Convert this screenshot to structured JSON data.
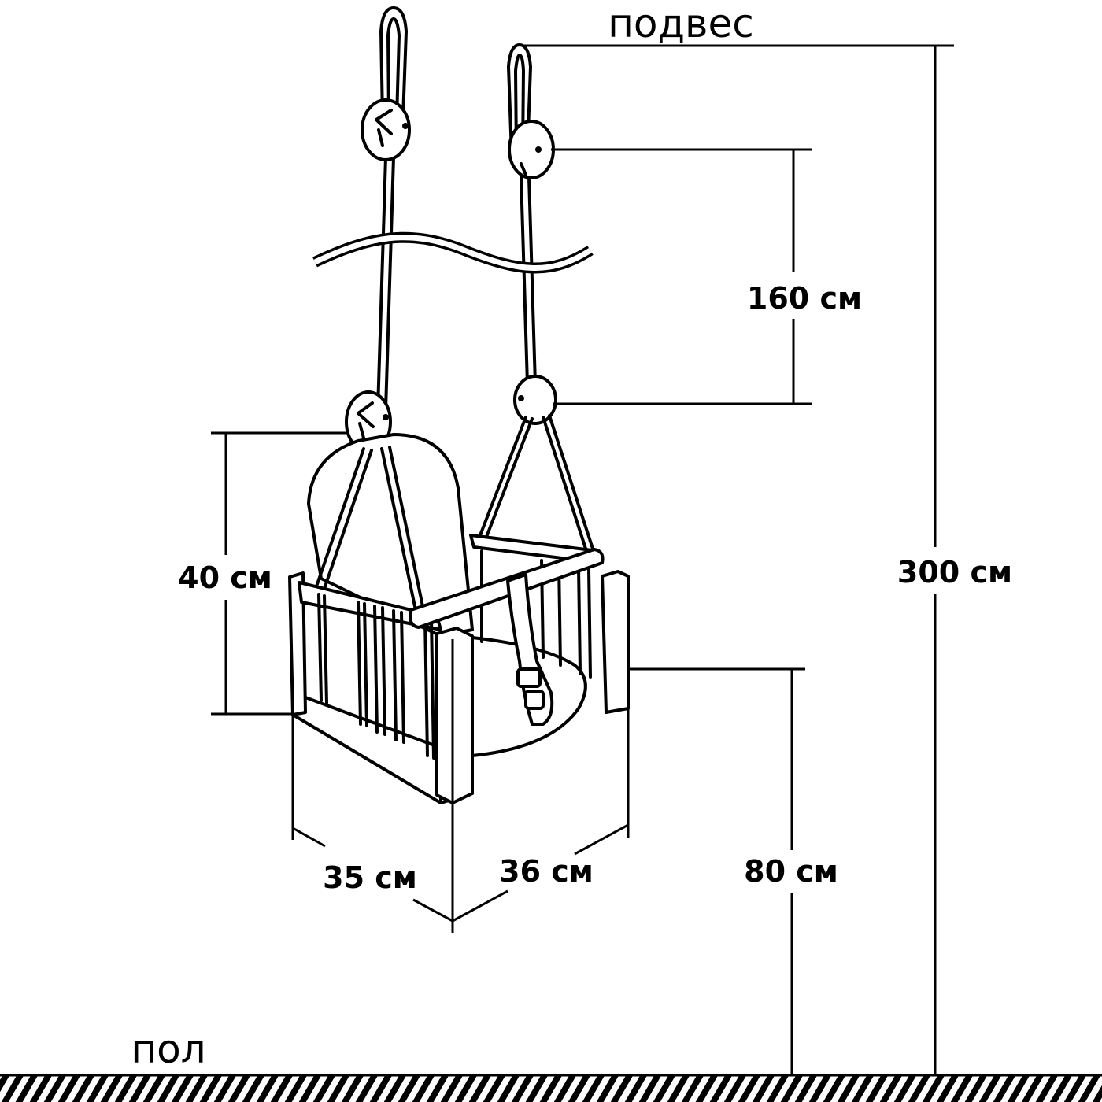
{
  "labels": {
    "ceiling": "подвес",
    "floor": "пол"
  },
  "dimensions": {
    "rope_length": "160 см",
    "total_height": "300 см",
    "seat_height": "40 см",
    "floor_clearance": "80 см",
    "depth": "35 см",
    "width": "36 см"
  },
  "colors": {
    "ink": "#000000",
    "paper": "#ffffff"
  }
}
